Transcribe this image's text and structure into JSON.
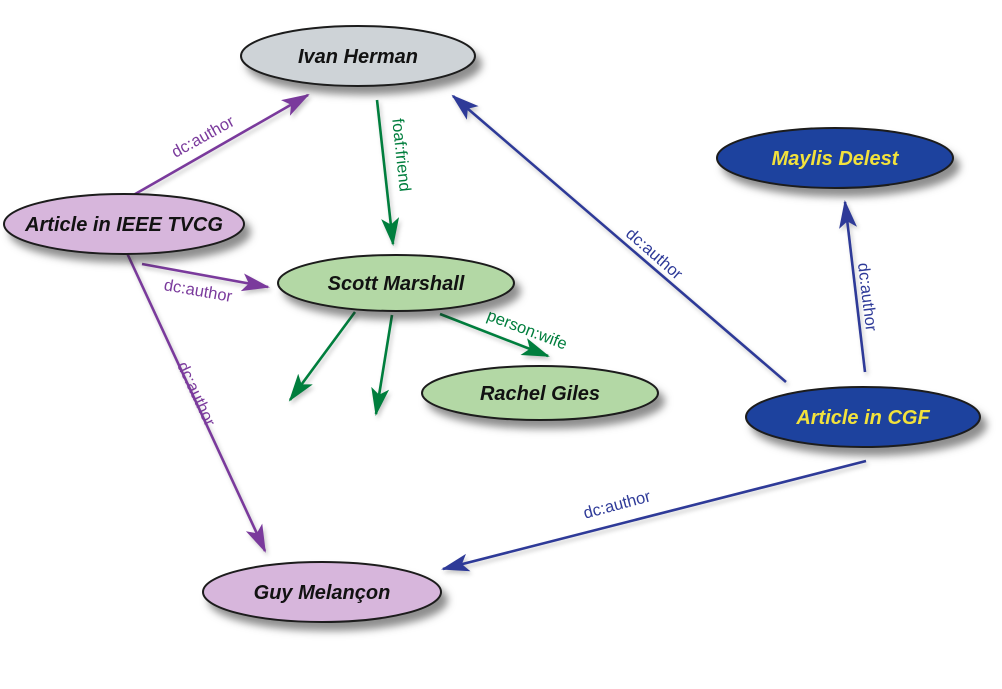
{
  "diagram": {
    "kind": "rdf-relationship-graph",
    "colors": {
      "background": "#ffffff",
      "node_border": "#1c1c1c",
      "fill_gray": "#ced3d7",
      "fill_green": "#b3d8a5",
      "fill_purple": "#d7b6dc",
      "fill_blue": "#1d429e",
      "text_dark": "#121212",
      "text_yellow": "#f2e23c",
      "edge_purple": "#7a3a9c",
      "edge_green": "#007e3d",
      "edge_blue": "#2e3a98"
    },
    "nodes": {
      "ivan_herman": {
        "label": "Ivan Herman"
      },
      "maylis_delest": {
        "label": "Maylis Delest"
      },
      "article_ieee_tvcg": {
        "label": "Article in IEEE TVCG"
      },
      "scott_marshall": {
        "label": "Scott Marshall"
      },
      "rachel_giles": {
        "label": "Rachel Giles"
      },
      "article_cgf": {
        "label": "Article in CGF"
      },
      "guy_melancon": {
        "label": "Guy Melançon"
      }
    },
    "edges": [
      {
        "from": "article_ieee_tvcg",
        "to": "ivan_herman",
        "label": "dc:author",
        "color": "#7a3a9c"
      },
      {
        "from": "article_ieee_tvcg",
        "to": "scott_marshall",
        "label": "dc:author",
        "color": "#7a3a9c"
      },
      {
        "from": "article_ieee_tvcg",
        "to": "guy_melancon",
        "label": "dc:author",
        "color": "#7a3a9c"
      },
      {
        "from": "ivan_herman",
        "to": "scott_marshall",
        "label": "foaf:friend",
        "color": "#007e3d"
      },
      {
        "from": "scott_marshall",
        "to": "rachel_giles",
        "label": "person:wife",
        "color": "#007e3d"
      },
      {
        "from": "scott_marshall",
        "to": null,
        "label": "",
        "color": "#007e3d"
      },
      {
        "from": "scott_marshall",
        "to": null,
        "label": "",
        "color": "#007e3d"
      },
      {
        "from": "article_cgf",
        "to": "ivan_herman",
        "label": "dc:author",
        "color": "#2e3a98"
      },
      {
        "from": "article_cgf",
        "to": "maylis_delest",
        "label": "dc:author",
        "color": "#2e3a98"
      },
      {
        "from": "article_cgf",
        "to": "guy_melancon",
        "label": "dc:author",
        "color": "#2e3a98"
      }
    ]
  }
}
